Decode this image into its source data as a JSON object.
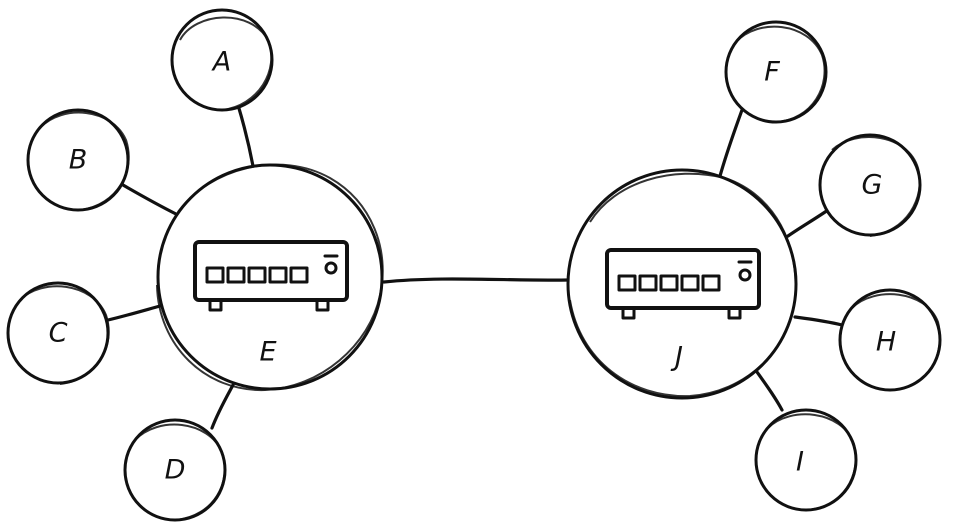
{
  "diagram": {
    "hubs": [
      {
        "id": "E",
        "label": "E",
        "icon": "network-switch-icon"
      },
      {
        "id": "J",
        "label": "J",
        "icon": "network-switch-icon"
      }
    ],
    "leaves": [
      {
        "id": "A",
        "label": "A",
        "hub": "E"
      },
      {
        "id": "B",
        "label": "B",
        "hub": "E"
      },
      {
        "id": "C",
        "label": "C",
        "hub": "E"
      },
      {
        "id": "D",
        "label": "D",
        "hub": "E"
      },
      {
        "id": "F",
        "label": "F",
        "hub": "J"
      },
      {
        "id": "G",
        "label": "G",
        "hub": "J"
      },
      {
        "id": "H",
        "label": "H",
        "hub": "J"
      },
      {
        "id": "I",
        "label": "I",
        "hub": "J"
      }
    ],
    "hub_link": [
      "E",
      "J"
    ],
    "colors": {
      "ink": "#111111",
      "background": "#ffffff"
    }
  }
}
